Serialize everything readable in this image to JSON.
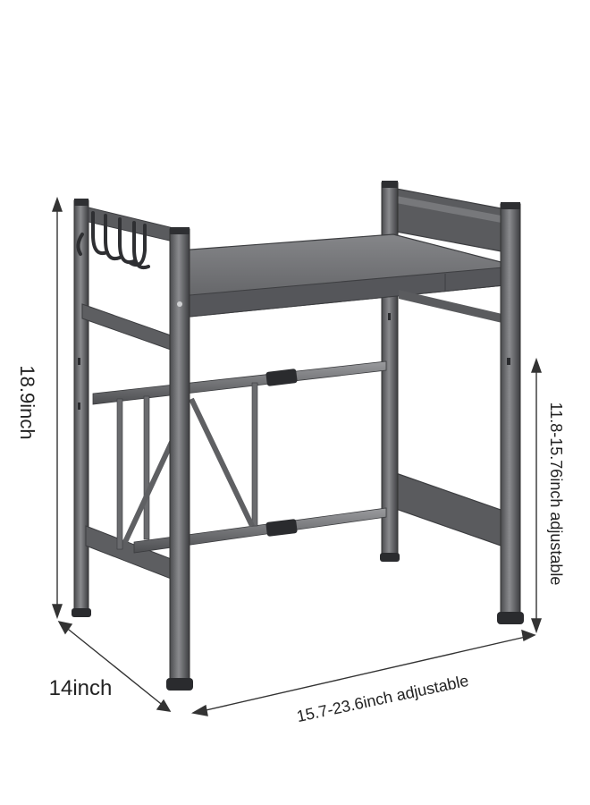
{
  "product": {
    "name": "",
    "frame_color": "#5f6063",
    "shelf_color": "#6f7073",
    "dimensions": {
      "height_total": "18.9inch",
      "depth": "14inch",
      "width_adjustable": "15.7-23.6inch adjustable",
      "shelf_height_adjustable": "11.8-15.76inch adjustable"
    }
  }
}
